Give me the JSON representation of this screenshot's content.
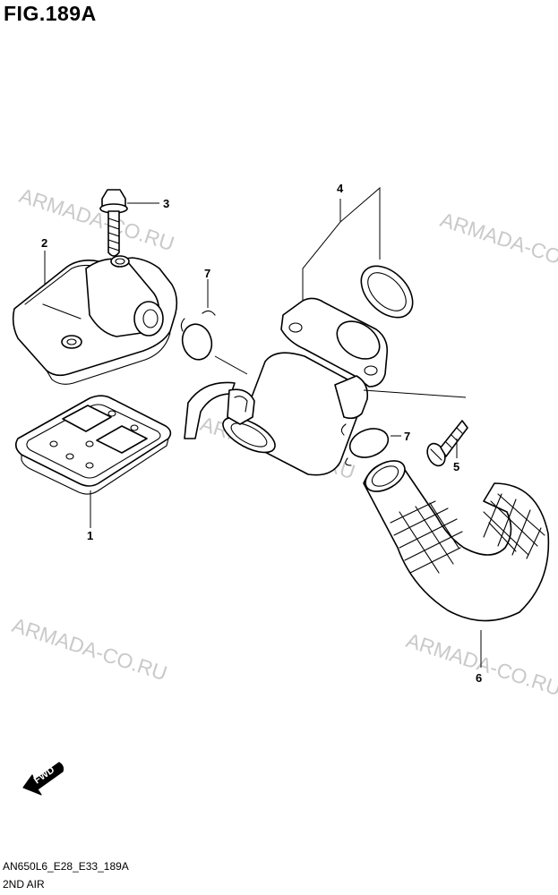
{
  "figure": {
    "title": "FIG.189A",
    "footer_code": "AN650L6_E28_E33_189A",
    "footer_name": "2ND AIR"
  },
  "watermark": {
    "text": "ARMADA-CO.RU",
    "color": "#c9c9c9"
  },
  "callouts": [
    "1",
    "2",
    "3",
    "4",
    "5",
    "6",
    "7",
    "7"
  ],
  "direction_badge": {
    "label": "FWD",
    "icon": "fwd-arrow-icon"
  },
  "colors": {
    "line": "#000000",
    "background": "#ffffff"
  }
}
